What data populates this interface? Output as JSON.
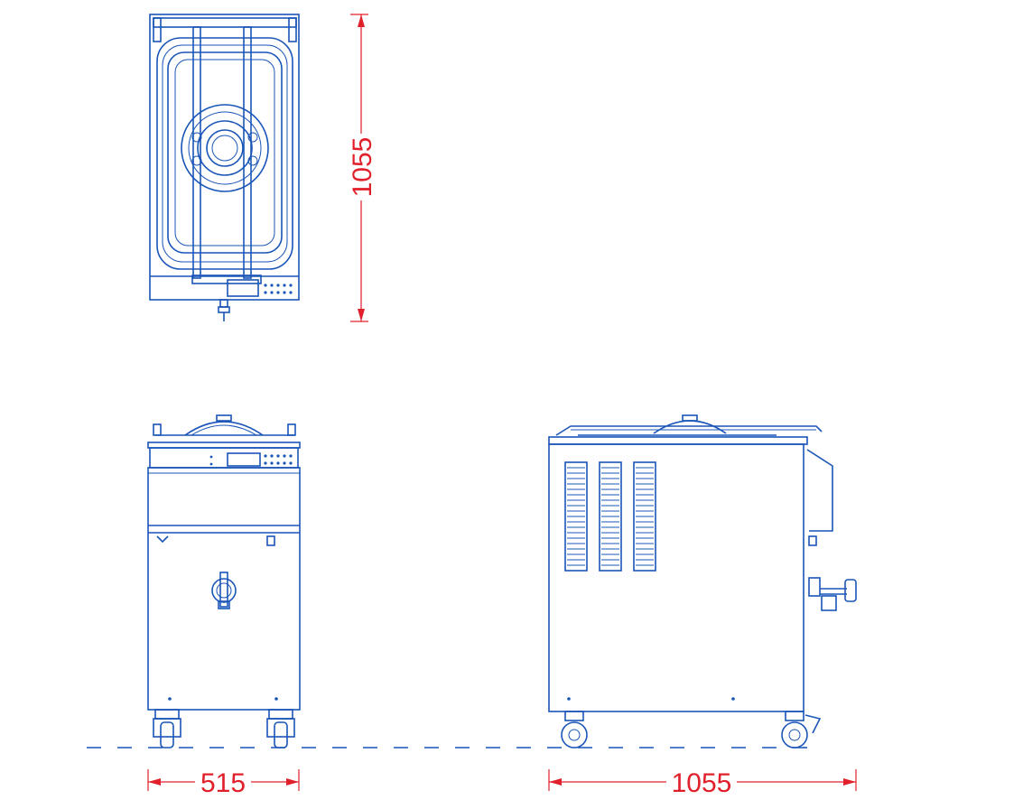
{
  "dimensions": {
    "height_label": "1055",
    "width_label": "515",
    "depth_label": "1055"
  },
  "colors": {
    "equipment": "#1a55b8",
    "dimension": "#e0202a"
  }
}
